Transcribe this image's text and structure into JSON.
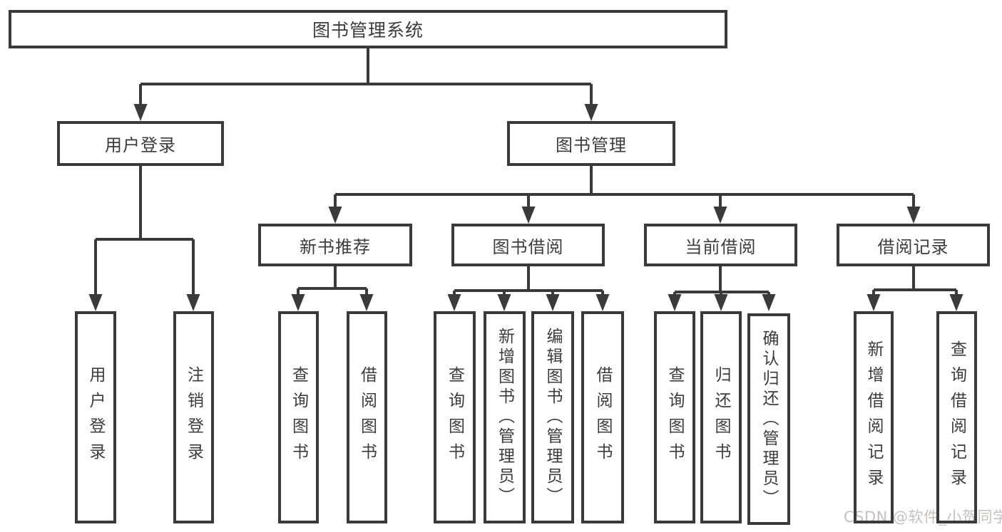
{
  "diagram_type": "hierarchy-tree",
  "colors": {
    "line": "#3a3a3a",
    "text": "#3c3c3c",
    "background": "#ffffff",
    "watermark": "#c7c0c0"
  },
  "tree": {
    "label": "图书管理系统",
    "children": [
      {
        "label": "用户登录",
        "children": [
          {
            "label": "用户登录"
          },
          {
            "label": "注销登录"
          }
        ]
      },
      {
        "label": "图书管理",
        "children": [
          {
            "label": "新书推荐",
            "children": [
              {
                "label": "查询图书"
              },
              {
                "label": "借阅图书"
              }
            ]
          },
          {
            "label": "图书借阅",
            "children": [
              {
                "label": "查询图书"
              },
              {
                "label": "新增图书（管理员）"
              },
              {
                "label": "编辑图书（管理员）"
              },
              {
                "label": "借阅图书"
              }
            ]
          },
          {
            "label": "当前借阅",
            "children": [
              {
                "label": "查询图书"
              },
              {
                "label": "归还图书"
              },
              {
                "label": "确认归还（管理员）"
              }
            ]
          },
          {
            "label": "借阅记录",
            "children": [
              {
                "label": "新增借阅记录"
              },
              {
                "label": "查询借阅记录"
              }
            ]
          }
        ]
      }
    ]
  },
  "watermark": {
    "text": "CSDN @软件_小贺同学"
  }
}
